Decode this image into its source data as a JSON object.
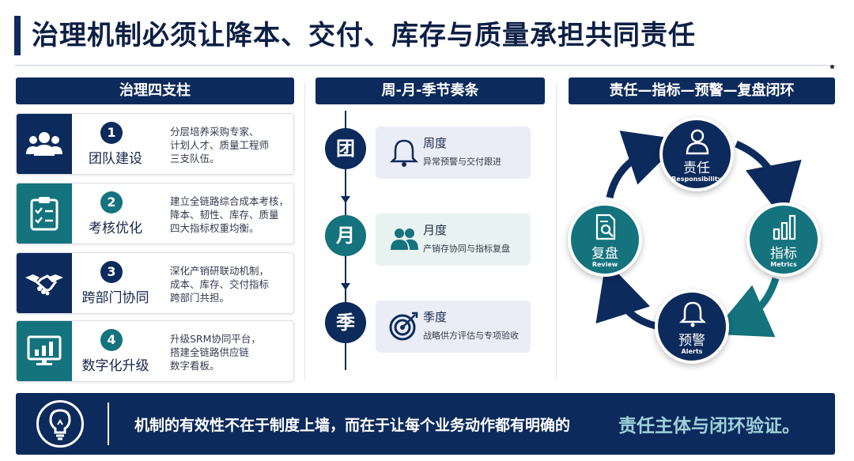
{
  "title": "治理机制必须让降本、交付、库存与质量承担共同责任",
  "colors": {
    "navy": "#0d2a5c",
    "teal": "#14737d",
    "highlight": "#9fd0d8"
  },
  "columns": {
    "pillars": {
      "header": "治理四支柱",
      "items": [
        {
          "number": "1",
          "name": "团队建设",
          "icon": "team-icon",
          "color": "navy",
          "desc": [
            "分层培养采购专家、",
            "计划人才、质量工程师",
            "三支队伍。"
          ]
        },
        {
          "number": "2",
          "name": "考核优化",
          "icon": "checklist-icon",
          "color": "teal",
          "desc": [
            "建立全链路综合成本考核，",
            "降本、韧性、库存、质量",
            "四大指标权重均衡。"
          ]
        },
        {
          "number": "3",
          "name": "跨部门协同",
          "icon": "handshake-icon",
          "color": "navy",
          "desc": [
            "深化产销研联动机制，",
            "成本、库存、交付指标",
            "跨部门共担。"
          ]
        },
        {
          "number": "4",
          "name": "数字化升级",
          "icon": "dashboard-icon",
          "color": "teal",
          "desc": [
            "升级SRM协同平台，",
            "搭建全链路供应链",
            "数字看板。"
          ]
        }
      ]
    },
    "rhythm": {
      "header": "周-月-季节奏条",
      "items": [
        {
          "marker": "团",
          "title": "周度",
          "desc": "异常预警与交付跟进",
          "icon": "bell-icon"
        },
        {
          "marker": "月",
          "title": "月度",
          "desc": "产销存协同与指标复盘",
          "icon": "people-icon"
        },
        {
          "marker": "季",
          "title": "季度",
          "desc": "战略供方评估与专项验收",
          "icon": "target-icon"
        }
      ]
    },
    "loop": {
      "header": "责任—指标—预警—复盘闭环",
      "nodes": [
        {
          "label": "责任",
          "en": "Responsibility",
          "icon": "person-icon"
        },
        {
          "label": "指标",
          "en": "Metrics",
          "icon": "bar-chart-icon"
        },
        {
          "label": "预警",
          "en": "Alerts",
          "icon": "bell-icon"
        },
        {
          "label": "复盘",
          "en": "Review",
          "icon": "document-search-icon"
        }
      ]
    }
  },
  "banner": {
    "text": "机制的有效性不在于制度上墙，而在于让每个业务动作都有明确的",
    "highlight": "责任主体与闭环验证。",
    "icon": "lightbulb-icon"
  }
}
